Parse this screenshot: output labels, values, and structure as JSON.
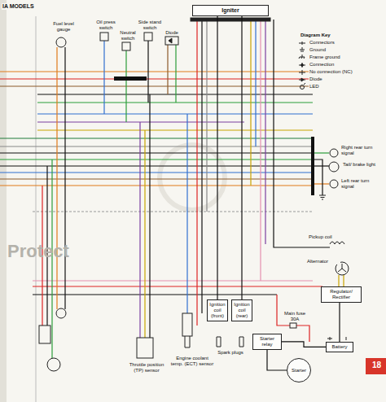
{
  "diagram": {
    "nodes": [
      {
        "text": [
          "Igniter"
        ]
      },
      {
        "text": [
          "Ignition coil (front)"
        ]
      },
      {
        "text": [
          "Ignition coil (rear)"
        ]
      },
      {
        "text": [
          "Starter relay"
        ]
      },
      {
        "text": [
          "Starter"
        ]
      },
      {
        "text": [
          "Regulator/ Rectifier"
        ]
      },
      {
        "text": [
          "Battery"
        ]
      }
    ],
    "edges": [
      {
        "from": 0,
        "to": 1,
        "arrow": "none"
      },
      {
        "from": 0,
        "to": 2,
        "arrow": "none"
      },
      {
        "from": 3,
        "to": 4,
        "arrow": "none"
      },
      {
        "from": 6,
        "to": 3,
        "arrow": "none"
      },
      {
        "from": 5,
        "to": 6,
        "arrow": "none"
      }
    ],
    "labels": [
      "IA MODELS",
      "Fuel level gauge",
      "Oil press switch",
      "Neutral switch",
      "Side stand switch",
      "Diode",
      "Diagram Key",
      "Right rear turn signal",
      "Tail/ brake light",
      "Left rear turn signal",
      "Pickup coil",
      "Alternator",
      "Throttle position (TP) sensor",
      "Engine coolant temp. (ECT) sensor",
      "Spark plugs",
      "Main fuse 30A",
      "18",
      "Protect"
    ],
    "legend": [
      {
        "text": "Connectors"
      },
      {
        "text": "Ground"
      },
      {
        "text": "Frame ground"
      },
      {
        "text": "Connection"
      },
      {
        "text": "No connection (NC)"
      },
      {
        "text": "Diode"
      },
      {
        "text": "LED"
      }
    ]
  }
}
